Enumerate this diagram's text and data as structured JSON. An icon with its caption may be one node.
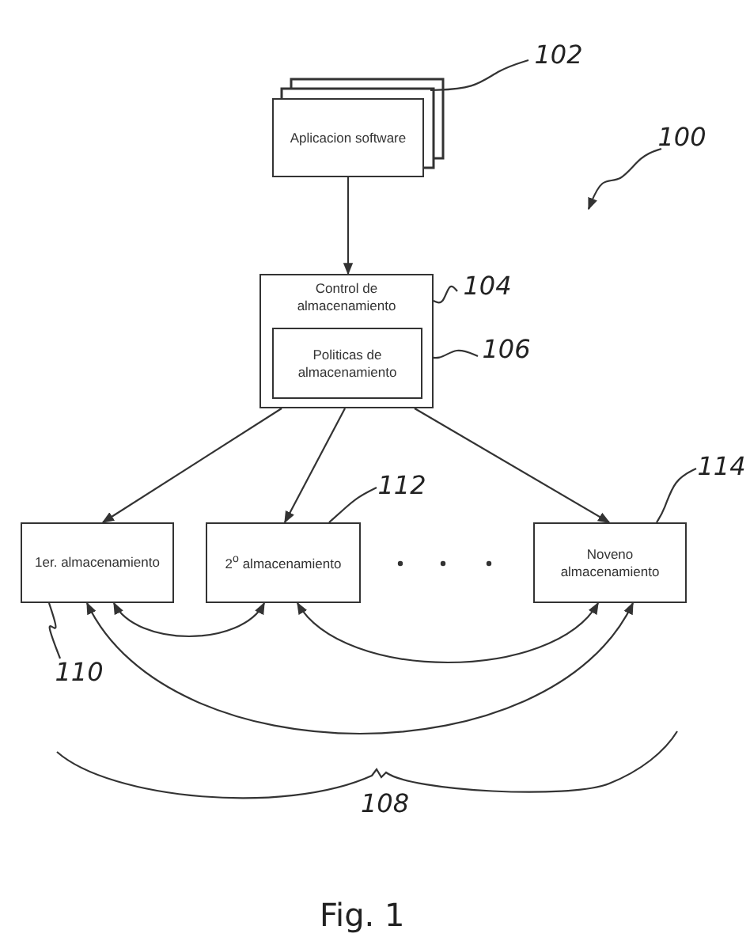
{
  "diagram": {
    "caption": "Fig. 1",
    "nodes": [
      {
        "text": [
          "Aplicacion software"
        ]
      },
      {
        "text": [
          "Control de almacenamiento"
        ]
      },
      {
        "text": [
          "Politicas de almacenamiento"
        ],
        "in": 1
      },
      {
        "text": [
          "1er. almacenamiento"
        ]
      },
      {
        "text": [
          "2$^{o}$ almacenamiento"
        ]
      },
      {
        "text": [
          "Noveno almacenamiento"
        ]
      },
      {
        "text": [
          "102"
        ]
      },
      {
        "text": [
          "100"
        ]
      },
      {
        "text": [
          "104"
        ]
      },
      {
        "text": [
          "106"
        ]
      },
      {
        "text": [
          "112"
        ]
      },
      {
        "text": [
          "114"
        ]
      },
      {
        "text": [
          "110"
        ]
      }
    ],
    "edges": [
      {
        "from": 0,
        "to": 1,
        "arrow": "to"
      },
      {
        "from": 1,
        "to": 3,
        "arrow": "to"
      },
      {
        "from": 1,
        "to": 4,
        "arrow": "to"
      },
      {
        "from": 1,
        "to": 5,
        "arrow": "to"
      },
      {
        "from": 3,
        "to": 4,
        "arrow": "both"
      },
      {
        "from": 4,
        "to": 5,
        "arrow": "both"
      },
      {
        "from": 3,
        "to": 5,
        "arrow": "both"
      },
      {
        "from": 6,
        "to": 0,
        "arrow": "none"
      },
      {
        "from": 7,
        "to": null,
        "arrow": "to"
      },
      {
        "from": 8,
        "to": 1,
        "arrow": "none"
      },
      {
        "from": 9,
        "to": 2,
        "arrow": "none"
      },
      {
        "from": 10,
        "to": 4,
        "arrow": "none"
      },
      {
        "from": 11,
        "to": 5,
        "arrow": "none"
      },
      {
        "from": 12,
        "to": 3,
        "arrow": "none"
      }
    ],
    "labels": [
      "108"
    ]
  }
}
